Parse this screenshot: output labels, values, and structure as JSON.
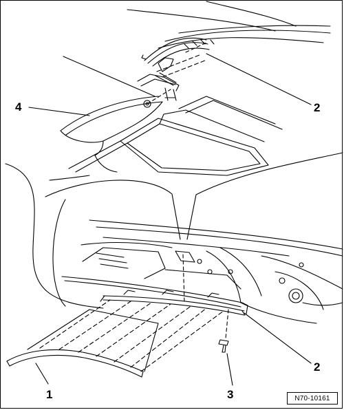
{
  "callouts": {
    "part_4": "4",
    "part_2_top": "2",
    "part_2_bottom": "2",
    "part_1": "1",
    "part_3": "3"
  },
  "reference_code": "N70-10161",
  "colors": {
    "line": "#000000",
    "background": "#ffffff"
  }
}
